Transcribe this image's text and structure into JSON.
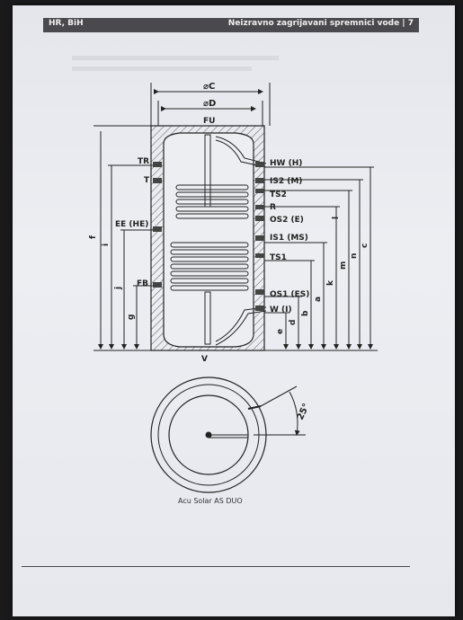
{
  "header": {
    "left": "HR, BiH",
    "right": "Neizravno zagrijavani spremnici vode  | 7"
  },
  "diagram": {
    "top_labels": {
      "outer_diameter": "⌀C",
      "inner_diameter": "⌀D",
      "top_connection": "FU",
      "bottom_connection": "V"
    },
    "left_labels": {
      "tr": "TR",
      "t": "T",
      "ee": "EE (HE)",
      "fb": "FB"
    },
    "right_labels": {
      "hw": "HW (H)",
      "is2": "IS2 (M)",
      "ts2": "TS2",
      "r": "R",
      "os2": "OS2 (E)",
      "is1": "IS1 (MS)",
      "ts1": "TS1",
      "os1": "OS1 (ES)",
      "w": "W (I)"
    },
    "dim_letters_left": {
      "f": "f",
      "i": "i",
      "j": "j",
      "g": "g",
      "e": "e"
    },
    "dim_letters_right": {
      "d": "d",
      "b": "b",
      "a": "a",
      "k": "k",
      "l": "l",
      "m": "m",
      "n": "n",
      "c": "c"
    },
    "angle": "25°",
    "caption": "Acu Solar AS DUO"
  }
}
